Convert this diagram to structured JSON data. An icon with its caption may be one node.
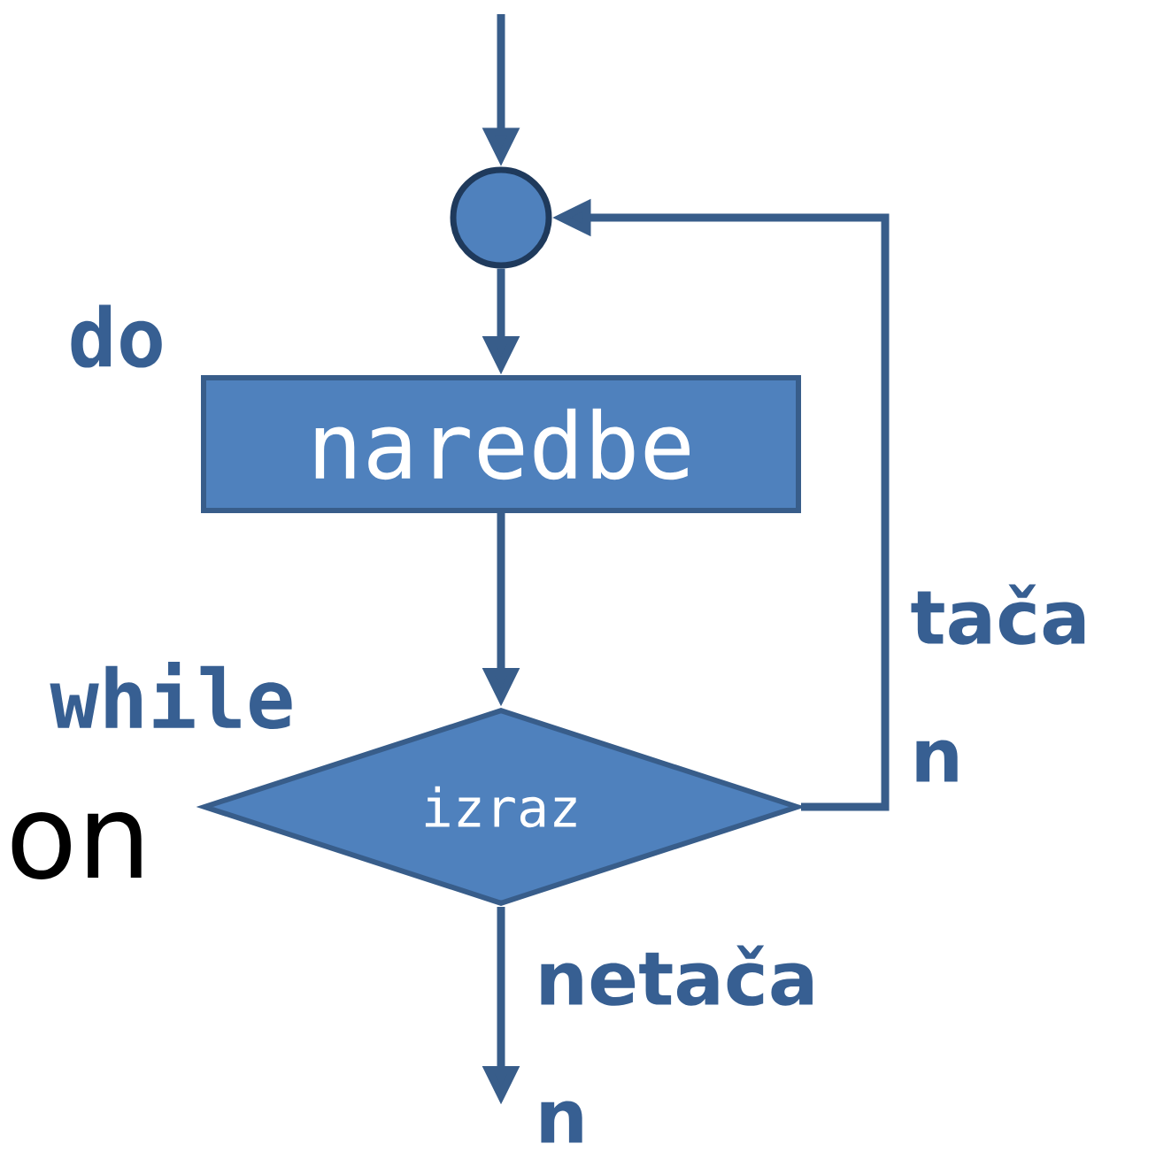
{
  "diagram": {
    "nodes": [
      {
        "text": [],
        "shape": "circle"
      },
      {
        "text": [
          "naredbe"
        ]
      },
      {
        "text": [
          "izraz"
        ]
      }
    ],
    "edges": [
      {
        "from": null,
        "to": 0,
        "arrow": "to"
      },
      {
        "from": 0,
        "to": 1,
        "arrow": "to"
      },
      {
        "from": 1,
        "to": 2,
        "arrow": "to"
      },
      {
        "from": 2,
        "to": 0,
        "arrow": "to",
        "label": "tača n"
      },
      {
        "from": 2,
        "to": null,
        "arrow": "to",
        "label": "netača n"
      }
    ],
    "labels": [
      "do",
      "while",
      "on"
    ]
  }
}
